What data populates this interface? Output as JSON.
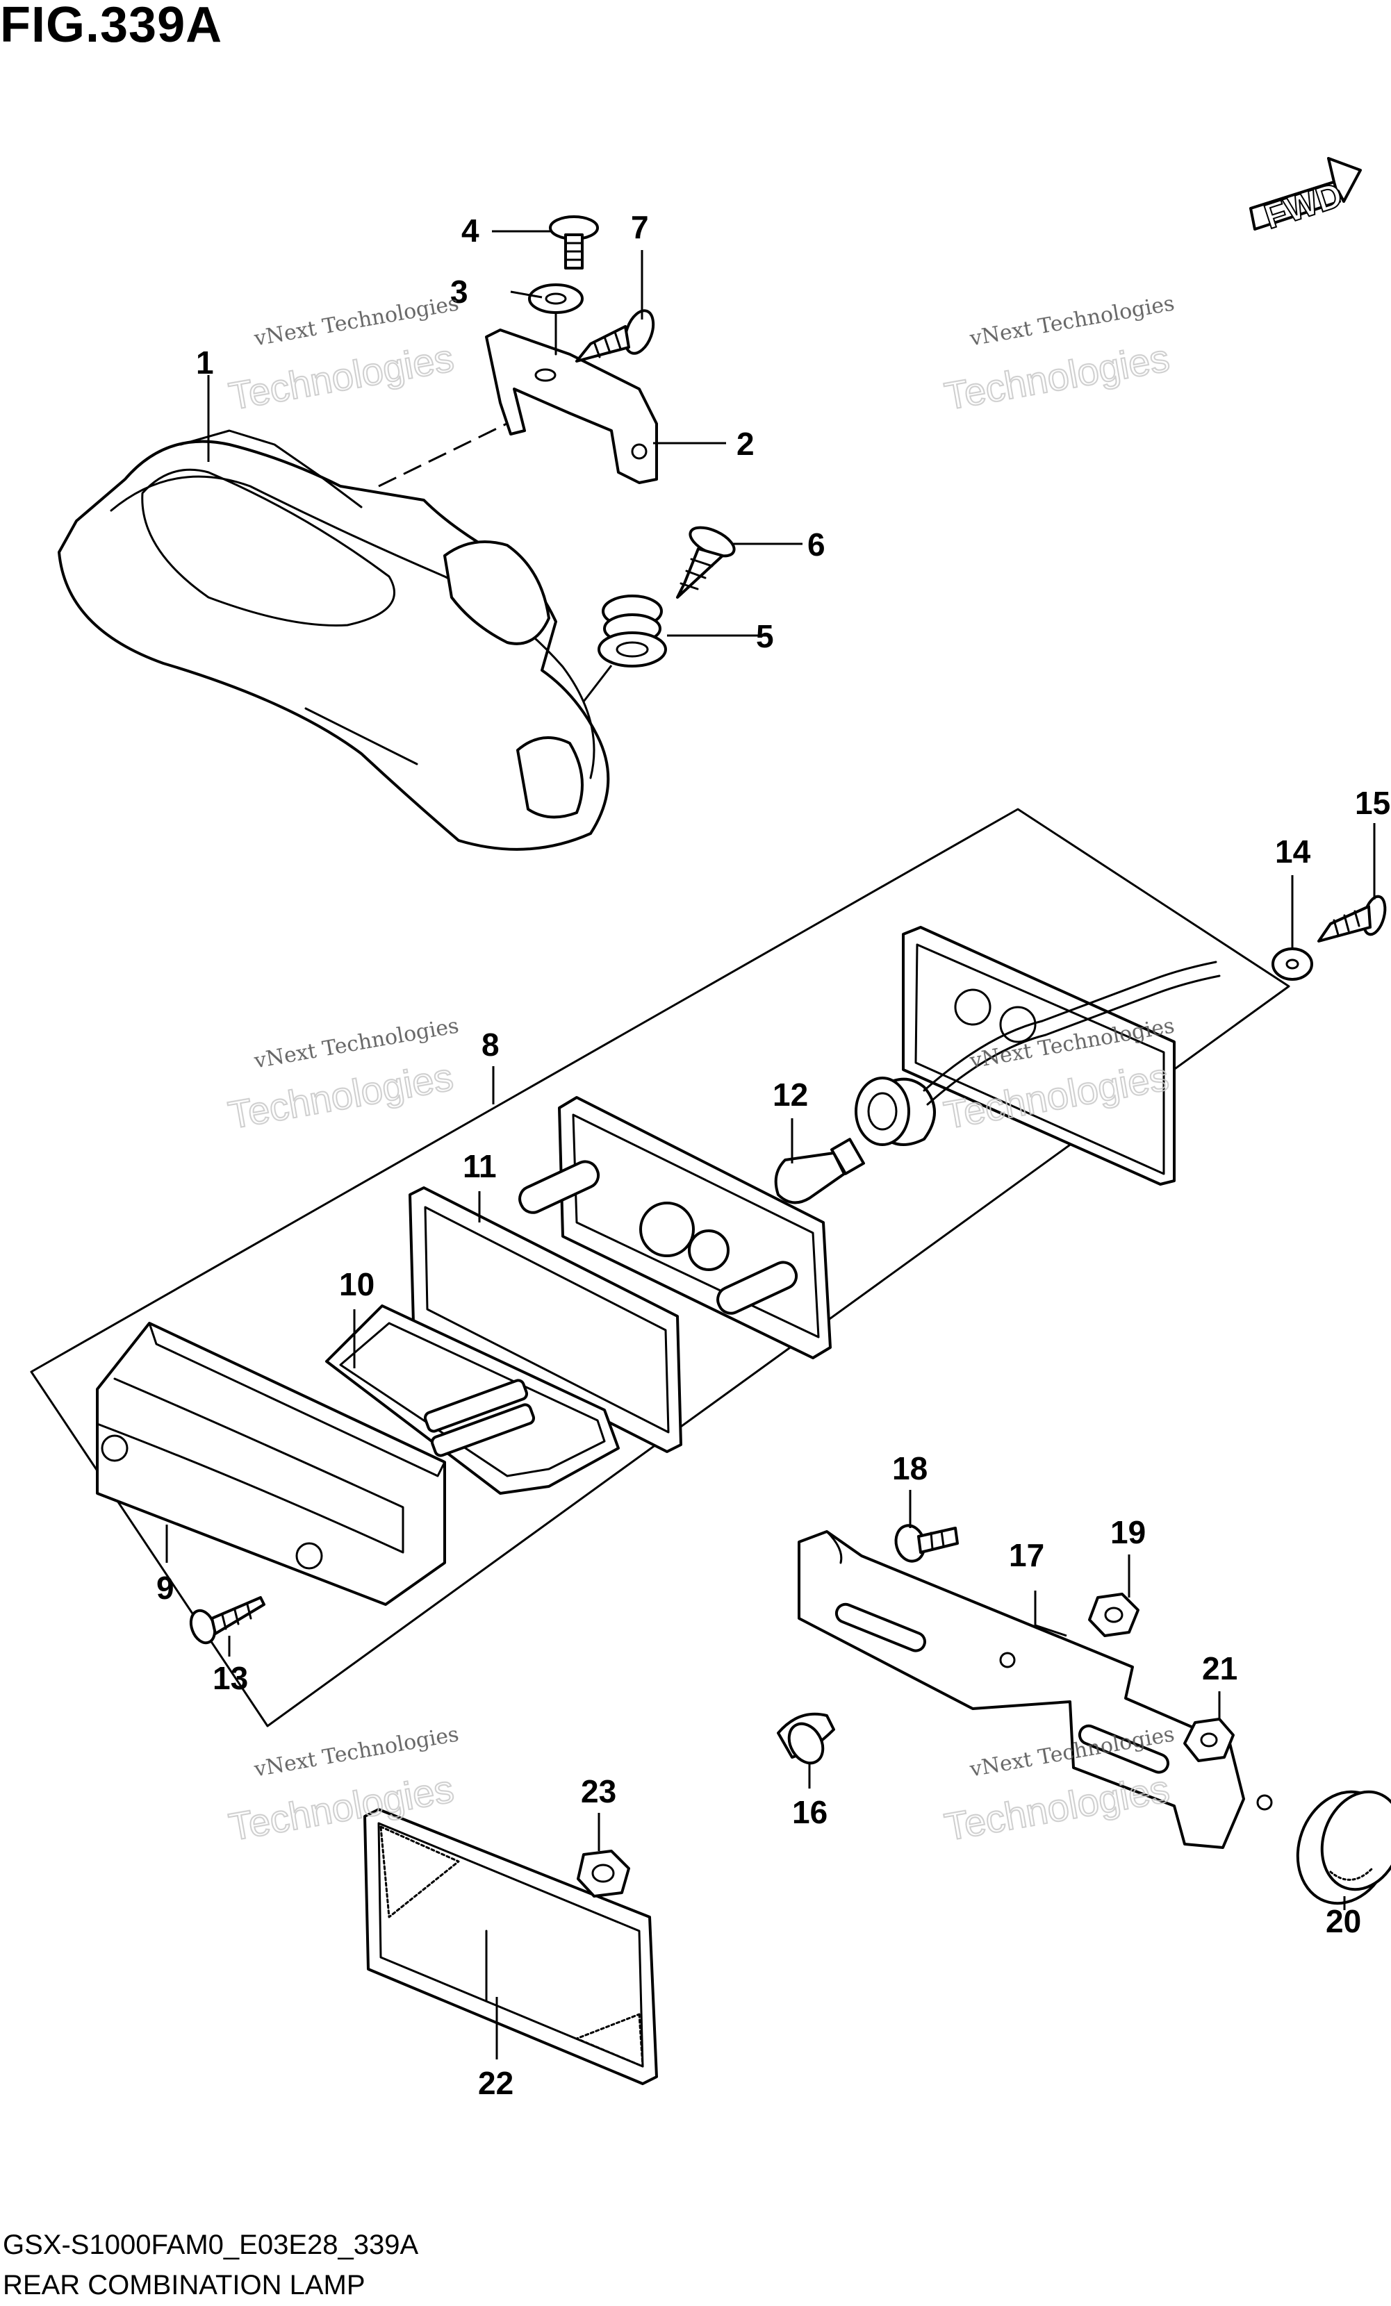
{
  "figure": {
    "title": "FIG.339A",
    "model_code": "GSX-S1000FAM0_E03E28_339A",
    "name": "REAR COMBINATION LAMP"
  },
  "direction_badge": "FWD",
  "watermark": {
    "line1": "vNext Technologies",
    "line2": "Technologies"
  },
  "callouts": [
    "1",
    "2",
    "3",
    "4",
    "5",
    "6",
    "7",
    "8",
    "9",
    "10",
    "11",
    "12",
    "13",
    "14",
    "15",
    "16",
    "17",
    "18",
    "19",
    "20",
    "21",
    "22",
    "23"
  ],
  "colors": {
    "ink": "#000000",
    "paper": "#ffffff",
    "watermark": "#c9c9c9"
  },
  "icons": [
    "fwd-arrow-icon"
  ]
}
